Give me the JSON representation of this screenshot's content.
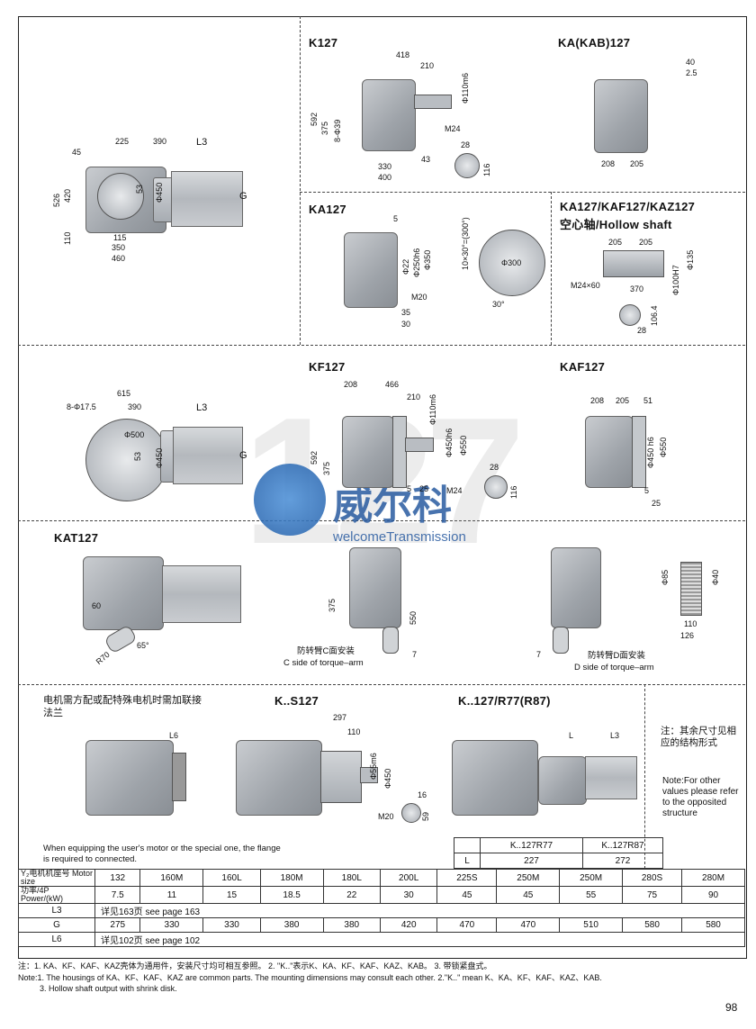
{
  "sections": {
    "k127": "K127",
    "ka_kab127": "KA(KAB)127",
    "ka127": "KA127",
    "hollow": "KA127/KAF127/KAZ127",
    "hollow_sub": "空心轴/Hollow shaft",
    "kf127": "KF127",
    "kaf127": "KAF127",
    "kat127": "KAT127",
    "ks127": "K..S127",
    "kr77": "K..127/R77(R87)"
  },
  "dims": {
    "side_k": [
      "45",
      "225",
      "390",
      "L3",
      "526",
      "420",
      "110",
      "115",
      "350",
      "460",
      "53",
      "Φ450",
      "G"
    ],
    "k127": [
      "418",
      "210",
      "Φ110m6",
      "592",
      "375",
      "8-Φ39",
      "M24",
      "330",
      "400",
      "43",
      "28",
      "116"
    ],
    "ka_kab": [
      "40",
      "2.5",
      "208",
      "205"
    ],
    "ka127": [
      "5",
      "Φ22",
      "Φ250h6",
      "Φ350",
      "M20",
      "35",
      "30",
      "10×30°=(300°)",
      "Φ300",
      "30°"
    ],
    "hollow": [
      "205",
      "205",
      "Φ135",
      "Φ100H7",
      "M24×60",
      "370",
      "106.4",
      "28"
    ],
    "kf_side": [
      "615",
      "8-Φ17.5",
      "390",
      "L3",
      "Φ500",
      "53",
      "Φ450",
      "G"
    ],
    "kf127": [
      "208",
      "466",
      "210",
      "Φ110m6",
      "Φ450h6",
      "Φ550",
      "592",
      "375",
      "5",
      "25",
      "M24",
      "28",
      "116"
    ],
    "kaf127": [
      "208",
      "205",
      "51",
      "Φ450 h6",
      "Φ550",
      "5",
      "25"
    ],
    "kat": [
      "60",
      "65°",
      "R70"
    ],
    "torque_c": [
      "375",
      "550",
      "7"
    ],
    "torque_d": [
      "7",
      "Φ85",
      "Φ40",
      "110",
      "126"
    ],
    "ks": [
      "297",
      "110",
      "Φ55m6",
      "Φ450",
      "16",
      "59",
      "M20"
    ],
    "kr": [
      "L",
      "L3",
      "L6"
    ]
  },
  "torque_c_label": "防转臂C面安装",
  "torque_c_label_en": "C side of torque–arm",
  "torque_d_label": "防转臂D面安装",
  "torque_d_label_en": "D side of torque–arm",
  "flange_note_cn": "电机需方配或配特殊电机时需加联接法兰",
  "flange_note_en": "When equipping the user's motor or the special one, the flange is required to connected.",
  "side_note_cn": "注：其余尺寸见相应的结构形式",
  "side_note_en": "Note:For other values please refer to the opposited structure",
  "mini_table": {
    "col1": "K..127R77",
    "col2": "K..127R87",
    "row_label": "L",
    "v1": "227",
    "v2": "272"
  },
  "spec_table": {
    "motor_header": "Y₂电机机座号 Motor size",
    "motor": [
      "132",
      "160M",
      "160L",
      "180M",
      "180L",
      "200L",
      "225S",
      "250M",
      "250M",
      "280S",
      "280M"
    ],
    "power_header": "功率/4P Power/(kW)",
    "power": [
      "7.5",
      "11",
      "15",
      "18.5",
      "22",
      "30",
      "45",
      "45",
      "55",
      "75",
      "90"
    ],
    "l3_header": "L3",
    "l3_text": "详见163页   see page 163",
    "g_header": "G",
    "g": [
      "275",
      "330",
      "330",
      "380",
      "380",
      "420",
      "470",
      "470",
      "510",
      "580",
      "580"
    ],
    "l6_header": "L6",
    "l6_text": "详见102页   see page 102"
  },
  "footnote_cn": "注：1. KA、KF、KAF、KAZ壳体为通用件，安装尺寸均可相互参照。  2. \"K..\"表示K、KA、KF、KAF、KAZ、KAB。  3. 带锁紧盘式。",
  "footnote_en1": "Note:1. The housings of KA、KF、KAF、KAZ are common parts. The mounting dimensions may consult each other.  2.\"K..\" mean K、KA、KF、KAF、KAZ、KAB.",
  "footnote_en2": "3. Hollow shaft output with shrink disk.",
  "page_number": "98",
  "watermark_brand_cn": "威尔科",
  "watermark_brand_en": "welcomeTransmission",
  "watermark_number": "127"
}
